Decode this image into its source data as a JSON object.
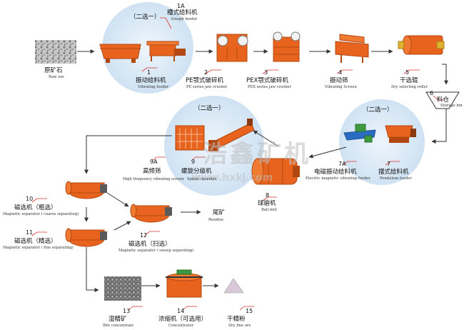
{
  "colors": {
    "equipment_orange": "#e8641e",
    "equipment_dark": "#b34710",
    "leader_red": "#d9322b",
    "circle_fill": "#dceaf6",
    "arrow": "#333333",
    "blue_motor": "#2a6cc4",
    "green_motor": "#3e9a3e",
    "roller_yellow": "#e0b030",
    "concentrate_gray": "#8a8a8a"
  },
  "choice_labels": {
    "a": "（二选一）",
    "b": "（二选一）",
    "c": "（二选一）"
  },
  "equipment": {
    "raw_ore": {
      "num": "",
      "cn": "原矿石",
      "en": "Raw ore"
    },
    "trough_feeder": {
      "num": "1A",
      "cn": "槽式给料机",
      "en": "trough feeder"
    },
    "vibrating_feeder": {
      "num": "1",
      "cn": "振动给料机",
      "en": "Vibrating feeder"
    },
    "pe_crusher": {
      "num": "2",
      "cn": "PE颚式破碎机",
      "en": "PE series jaw crusher"
    },
    "pex_crusher": {
      "num": "3",
      "cn": "PEX颚式破碎机",
      "en": "PEX series jaw crusher"
    },
    "vibrating_screen": {
      "num": "4",
      "cn": "振动筛",
      "en": "Vibrating Screen"
    },
    "dry_roller": {
      "num": "5",
      "cn": "干选辊",
      "en": "Dry selecting roller"
    },
    "storage_bin": {
      "num": "6",
      "cn": "料仓",
      "en": "Storage bin"
    },
    "pendulum_feeder": {
      "num": "7",
      "cn": "摆式给料机",
      "en": "Pendulum feeder"
    },
    "em_feeder": {
      "num": "7A",
      "cn": "电磁振动给料机",
      "en": "Electric magnetic vibrating feeder"
    },
    "ball_mill": {
      "num": "8",
      "cn": "球磨机",
      "en": "Ball mill"
    },
    "spiral_classifier": {
      "num": "9",
      "cn": "螺旋分级机",
      "en": "Spiral classifier"
    },
    "hf_screen": {
      "num": "9A",
      "cn": "高频筛",
      "en": "High frequency vibrating screen"
    },
    "mag_rough": {
      "num": "10",
      "cn": "磁选机（粗选）",
      "en": "Magnetic separator ( coarse separating)"
    },
    "mag_fine": {
      "num": "11",
      "cn": "磁选机（精选）",
      "en": "Magnetic separator ( fine separating)"
    },
    "mag_sweep": {
      "num": "12",
      "cn": "磁选机（扫选）",
      "en": "Magnetic separator ( sweep separating)"
    },
    "wet_concentrate": {
      "num": "13",
      "cn": "湿精矿",
      "en": "Wet concentrate"
    },
    "concentrator": {
      "num": "14",
      "cn": "浓缩机（可选用）",
      "en": "Concentrator"
    },
    "dry_powder": {
      "num": "15",
      "cn": "干精粉",
      "en": "Dry fine ore"
    },
    "residue": {
      "num": "",
      "cn": "尾矿",
      "en": "Residue"
    }
  },
  "watermark": {
    "brand": "浩鑫矿机",
    "url": "www.hxkj.com"
  }
}
